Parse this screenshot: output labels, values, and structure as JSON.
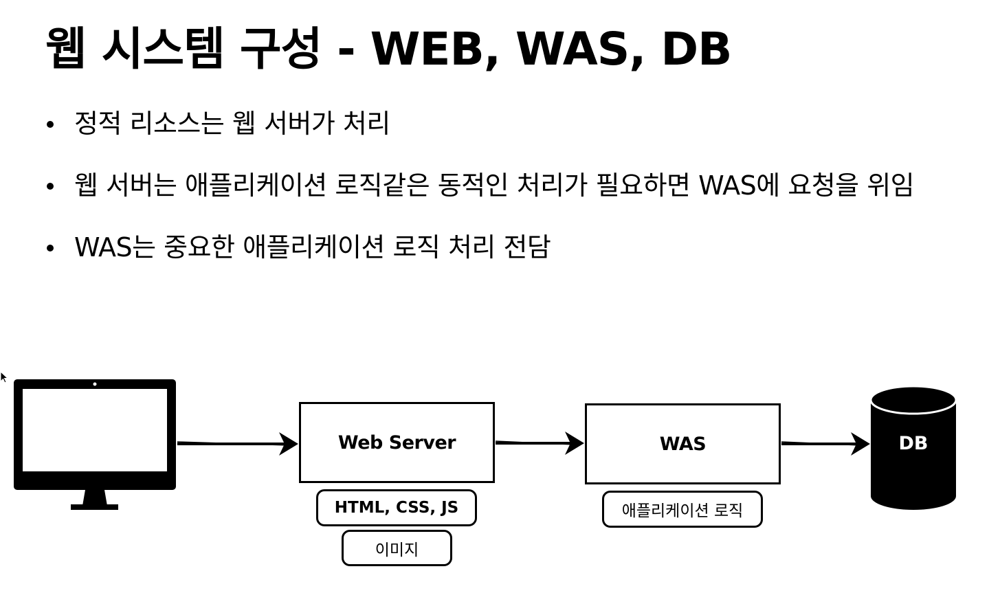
{
  "slide": {
    "title": "웹 시스템 구성 - WEB, WAS, DB",
    "bullets": [
      "정적 리소스는 웹 서버가 처리",
      "웹 서버는 애플리케이션 로직같은 동적인 처리가 필요하면 WAS에 요청을 위임",
      "WAS는 중요한 애플리케이션 로직 처리 전담"
    ]
  },
  "diagram": {
    "client_icon": "monitor-icon",
    "web_server": {
      "label": "Web Server",
      "tags": [
        "HTML, CSS, JS",
        "이미지"
      ]
    },
    "was": {
      "label": "WAS",
      "tags": [
        "애플리케이션 로직"
      ]
    },
    "db": {
      "label": "DB",
      "icon": "database-cylinder-icon"
    },
    "colors": {
      "stroke": "#000000",
      "background": "#ffffff"
    }
  }
}
